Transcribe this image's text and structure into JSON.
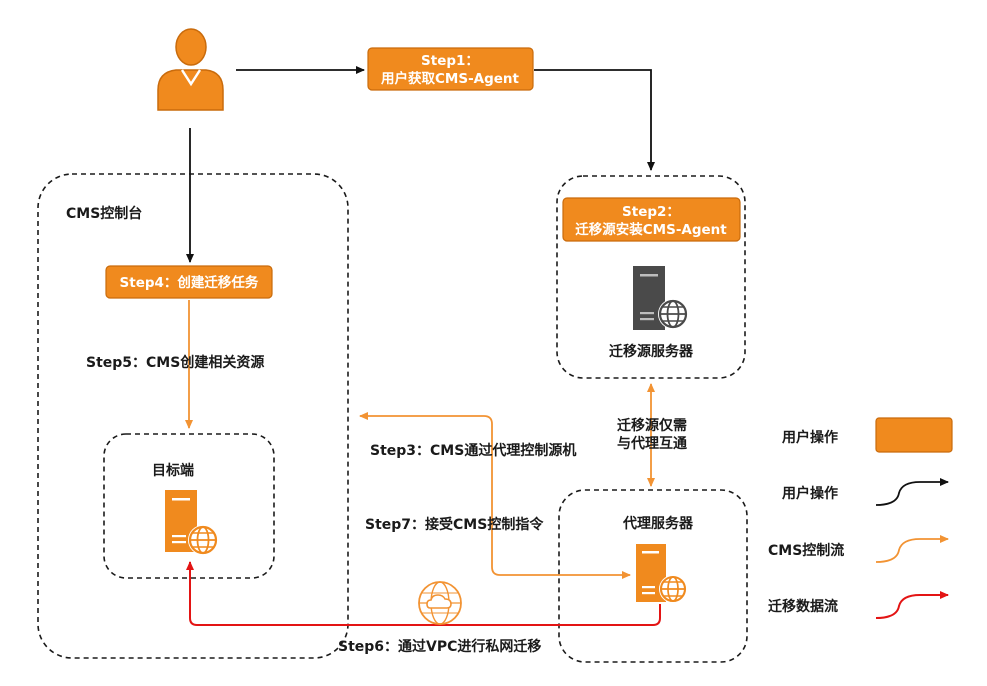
{
  "groups": {
    "cms_console": "CMS控制台",
    "target": "目标端",
    "source_server": "迁移源服务器",
    "proxy_server": "代理服务器"
  },
  "steps": {
    "step1_line1": "Step1：",
    "step1_line2": "用户获取CMS-Agent",
    "step2_line1": "Step2：",
    "step2_line2": "迁移源安装CMS-Agent",
    "step3": "Step3：CMS通过代理控制源机",
    "step4": "Step4：创建迁移任务",
    "step5": "Step5：CMS创建相关资源",
    "step6": "Step6：通过VPC进行私网迁移",
    "step7": "Step7：接受CMS控制指令"
  },
  "connection_note": {
    "line1": "迁移源仅需",
    "line2": "与代理互通"
  },
  "legend": {
    "item1": "用户操作",
    "item2": "用户操作",
    "item3": "CMS控制流",
    "item4": "迁移数据流"
  },
  "colors": {
    "user_action": "#f08a1e",
    "user_flow": "#111111",
    "cms_control_flow": "#f29333",
    "migration_data_flow": "#e31414"
  },
  "icons": {
    "user": "user-icon",
    "server": "server-icon",
    "globe": "globe-icon",
    "vpc": "vpc-cloud-icon"
  }
}
